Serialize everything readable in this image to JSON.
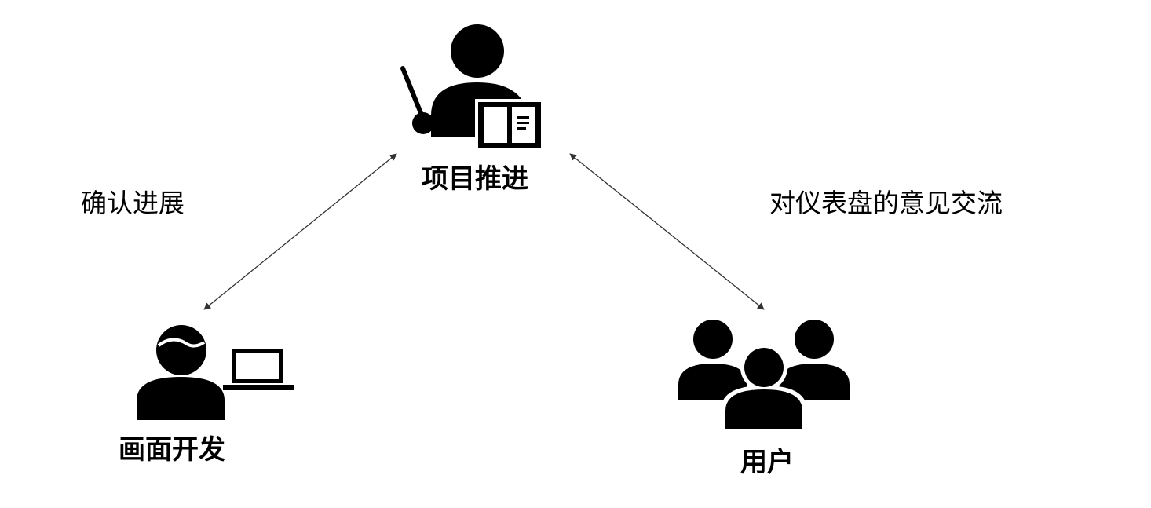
{
  "colors": {
    "background": "#ffffff",
    "foreground": "#000000",
    "connector": "#333333"
  },
  "nodes": {
    "manager": {
      "label": "项目推进",
      "icon": "presenter-icon"
    },
    "developer": {
      "label": "画面开发",
      "icon": "developer-laptop-icon"
    },
    "users": {
      "label": "用户",
      "icon": "user-group-icon"
    }
  },
  "edges": {
    "manager_developer": {
      "label": "确认进展",
      "arrows": "both"
    },
    "manager_users": {
      "label": "对仪表盘的意见交流",
      "arrows": "both"
    }
  }
}
